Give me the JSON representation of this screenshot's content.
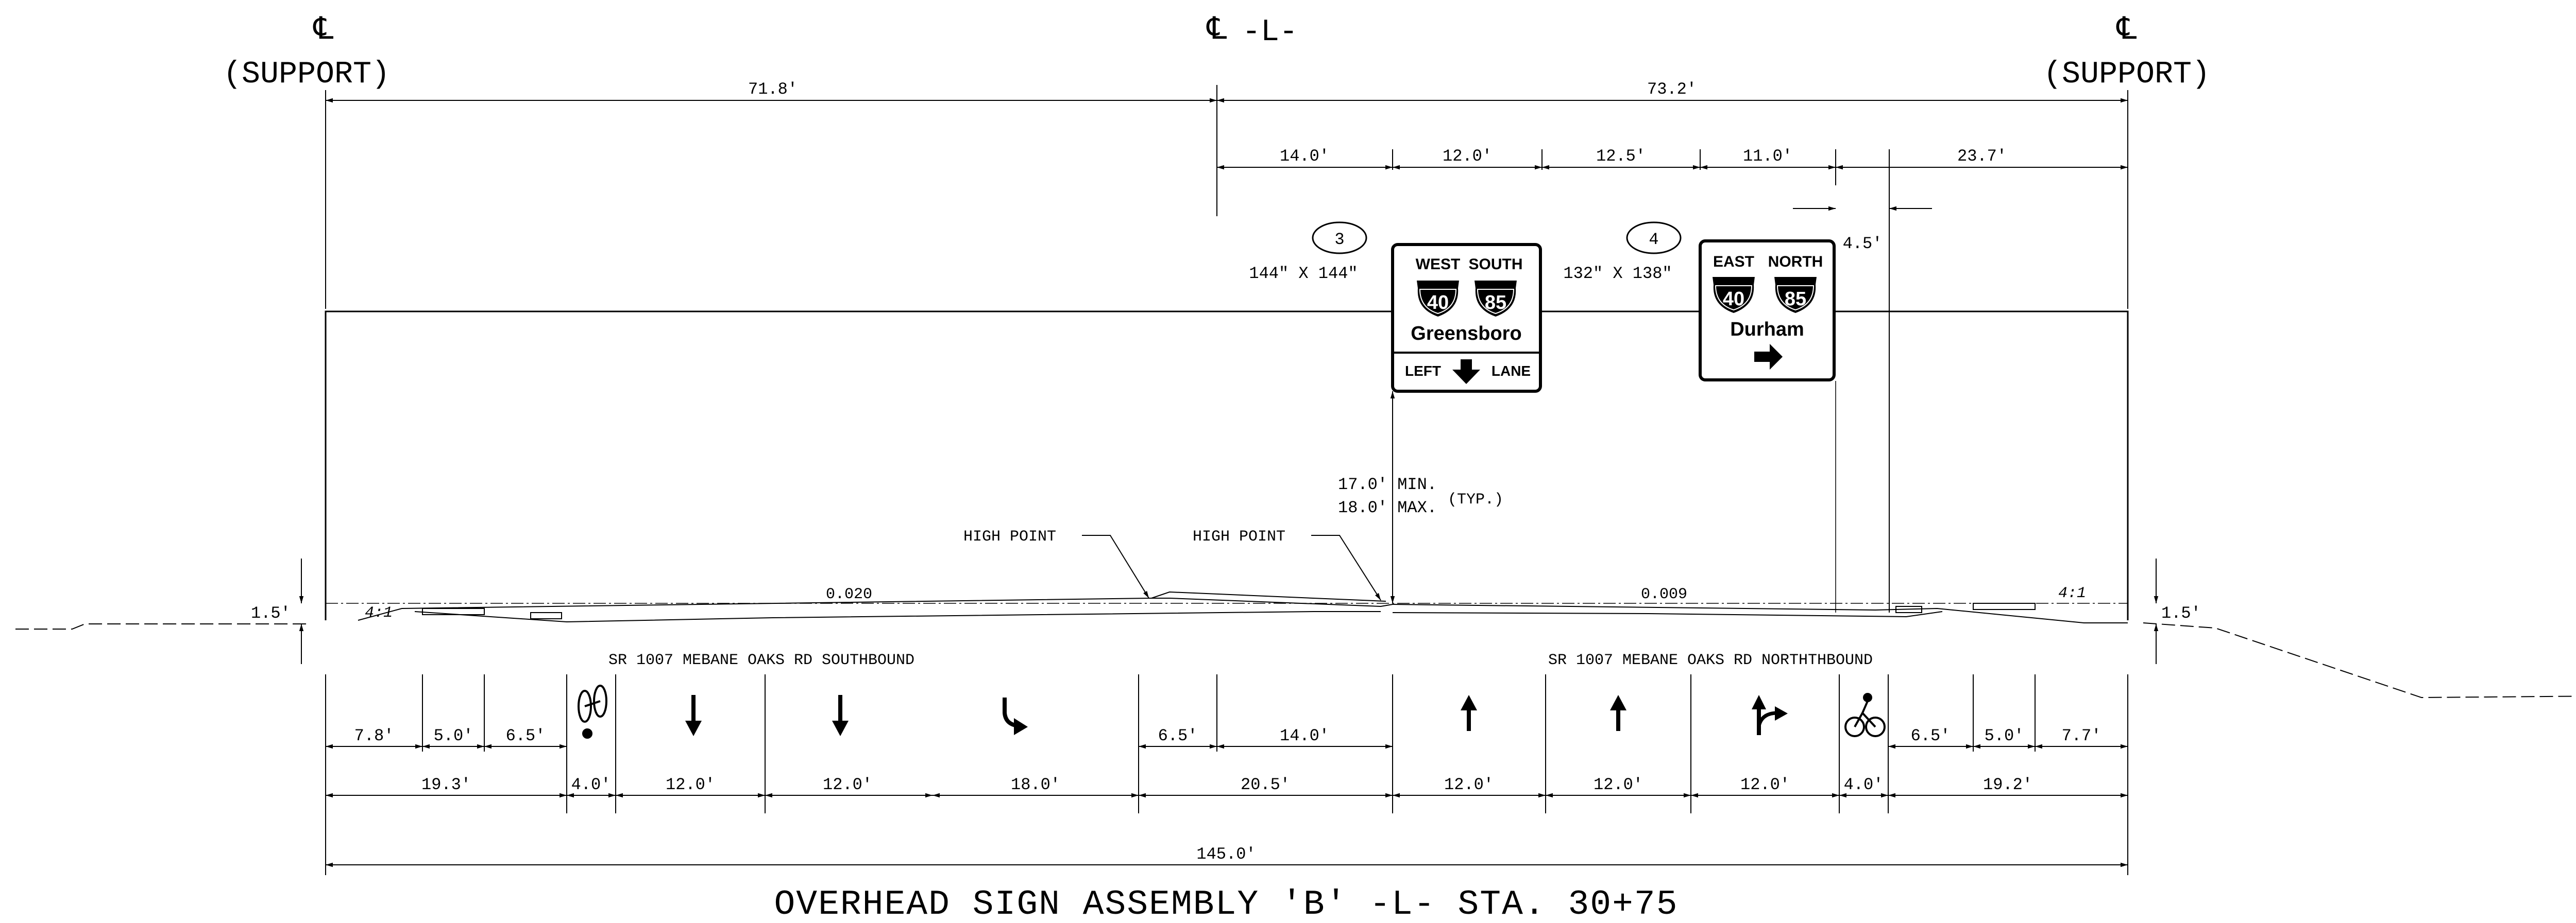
{
  "centerlines": {
    "left_symbol": "℄",
    "left_label": "(SUPPORT)",
    "center_symbol": "℄",
    "center_label": "-L-",
    "right_symbol": "℄",
    "right_label": "(SUPPORT)"
  },
  "top_dims": {
    "left_span": "71.8′",
    "right_span": "73.2′",
    "segments": [
      "14.0′",
      "12.0′",
      "12.5′",
      "11.0′",
      "23.7′"
    ],
    "offset": "4.5′"
  },
  "signs": [
    {
      "number": "3",
      "size": "144″ X 144″",
      "dir1": "WEST",
      "dir2": "SOUTH",
      "shield1": "40",
      "shield2": "85",
      "destination": "Greensboro",
      "lane_left": "LEFT",
      "lane_right": "LANE",
      "arrow": "down-arrow-icon"
    },
    {
      "number": "4",
      "size": "132″ X 138″",
      "dir1": "EAST",
      "dir2": "NORTH",
      "shield1": "40",
      "shield2": "85",
      "destination": "Durham",
      "arrow": "right-arrow-icon"
    }
  ],
  "clearance": {
    "line1": "17.0′ MIN.",
    "line2": "18.0′ MAX.",
    "typ": "(TYP.)"
  },
  "roadway": {
    "high_point_1": "HIGH POINT",
    "high_point_2": "HIGH POINT",
    "slope_left": "0.020",
    "slope_right": "0.009",
    "grade_left": "4:1",
    "grade_right": "4:1",
    "edge_left": "1.5′",
    "edge_right": "1.5′"
  },
  "road_labels": {
    "southbound": "SR 1007 MEBANE OAKS RD SOUTHBOUND",
    "northbound": "SR 1007 MEBANE OAKS RD NORTHTHBOUND"
  },
  "lane_dims_row1": [
    "7.8′",
    "5.0′",
    "6.5′",
    "6.5′",
    "14.0′",
    "6.5′",
    "5.0′",
    "7.7′"
  ],
  "lane_dims_row2": [
    "19.3′",
    "4.0′",
    "12.0′",
    "12.0′",
    "18.0′",
    "20.5′",
    "12.0′",
    "12.0′",
    "12.0′",
    "4.0′",
    "19.2′"
  ],
  "total_width": "145.0′",
  "lane_icons": [
    "bicycle-icon",
    "down-arrow-icon",
    "down-arrow-icon",
    "uturn-arrow-icon",
    "up-arrow-icon",
    "up-arrow-icon",
    "up-right-arrow-icon",
    "bicycle-icon"
  ],
  "title": "OVERHEAD SIGN ASSEMBLY 'B' -L- STA. 30+75"
}
